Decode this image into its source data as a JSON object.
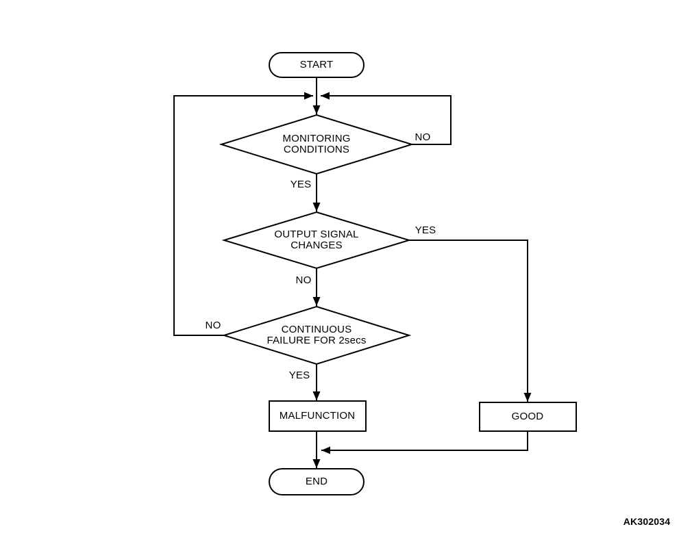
{
  "flowchart": {
    "nodes": {
      "start": "START",
      "monitoring_conditions": "MONITORING\nCONDITIONS",
      "output_signal_changes": "OUTPUT SIGNAL\nCHANGES",
      "continuous_failure": "CONTINUOUS\nFAILURE FOR 2secs",
      "malfunction": "MALFUNCTION",
      "good": "GOOD",
      "end": "END"
    },
    "edge_labels": {
      "monitoring_no": "NO",
      "monitoring_yes": "YES",
      "output_yes": "YES",
      "output_no": "NO",
      "continuous_no": "NO",
      "continuous_yes": "YES"
    },
    "figure_code": "AK302034",
    "colors": {
      "line": "#000000",
      "shape_fill": "#ffffff",
      "background": "#ffffff"
    }
  }
}
